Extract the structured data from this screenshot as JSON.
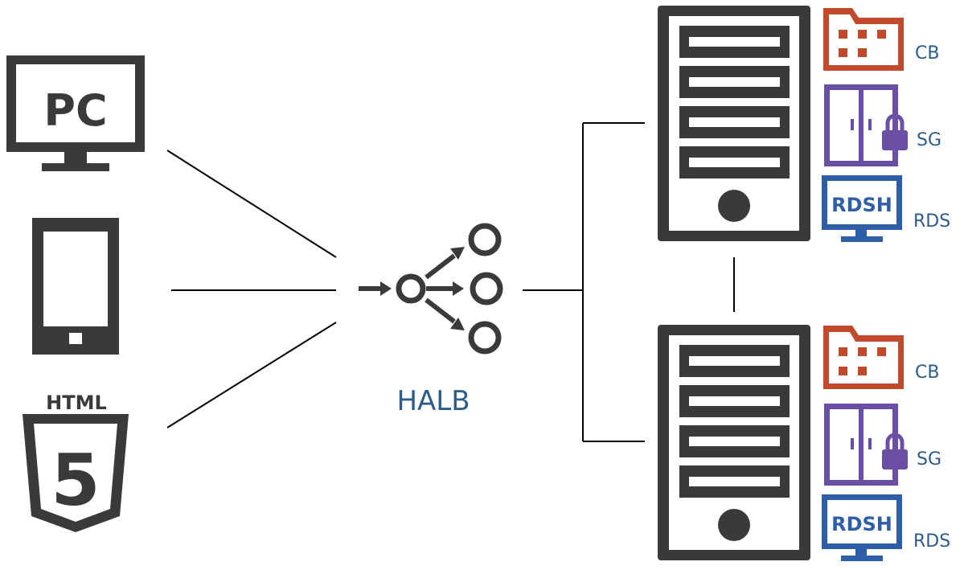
{
  "clients": {
    "pc_label": "PC",
    "html_label": "HTML",
    "html5_digit": "5"
  },
  "load_balancer": {
    "label": "HALB"
  },
  "servers": [
    {
      "roles": [
        {
          "label": "CB",
          "icon": "connection-broker-icon"
        },
        {
          "label": "SG",
          "icon": "secure-gateway-icon"
        },
        {
          "label": "RDS",
          "icon": "rdsh-icon",
          "icon_text": "RDSH"
        }
      ]
    },
    {
      "roles": [
        {
          "label": "CB",
          "icon": "connection-broker-icon"
        },
        {
          "label": "SG",
          "icon": "secure-gateway-icon"
        },
        {
          "label": "RDS",
          "icon": "rdsh-icon",
          "icon_text": "RDSH"
        }
      ]
    }
  ],
  "colors": {
    "device": "#3a3a3a",
    "cb": "#c14a2c",
    "sg": "#6a4fa5",
    "rdsh": "#2e5ea8",
    "label": "#2e5c8a",
    "line": "#000000"
  }
}
